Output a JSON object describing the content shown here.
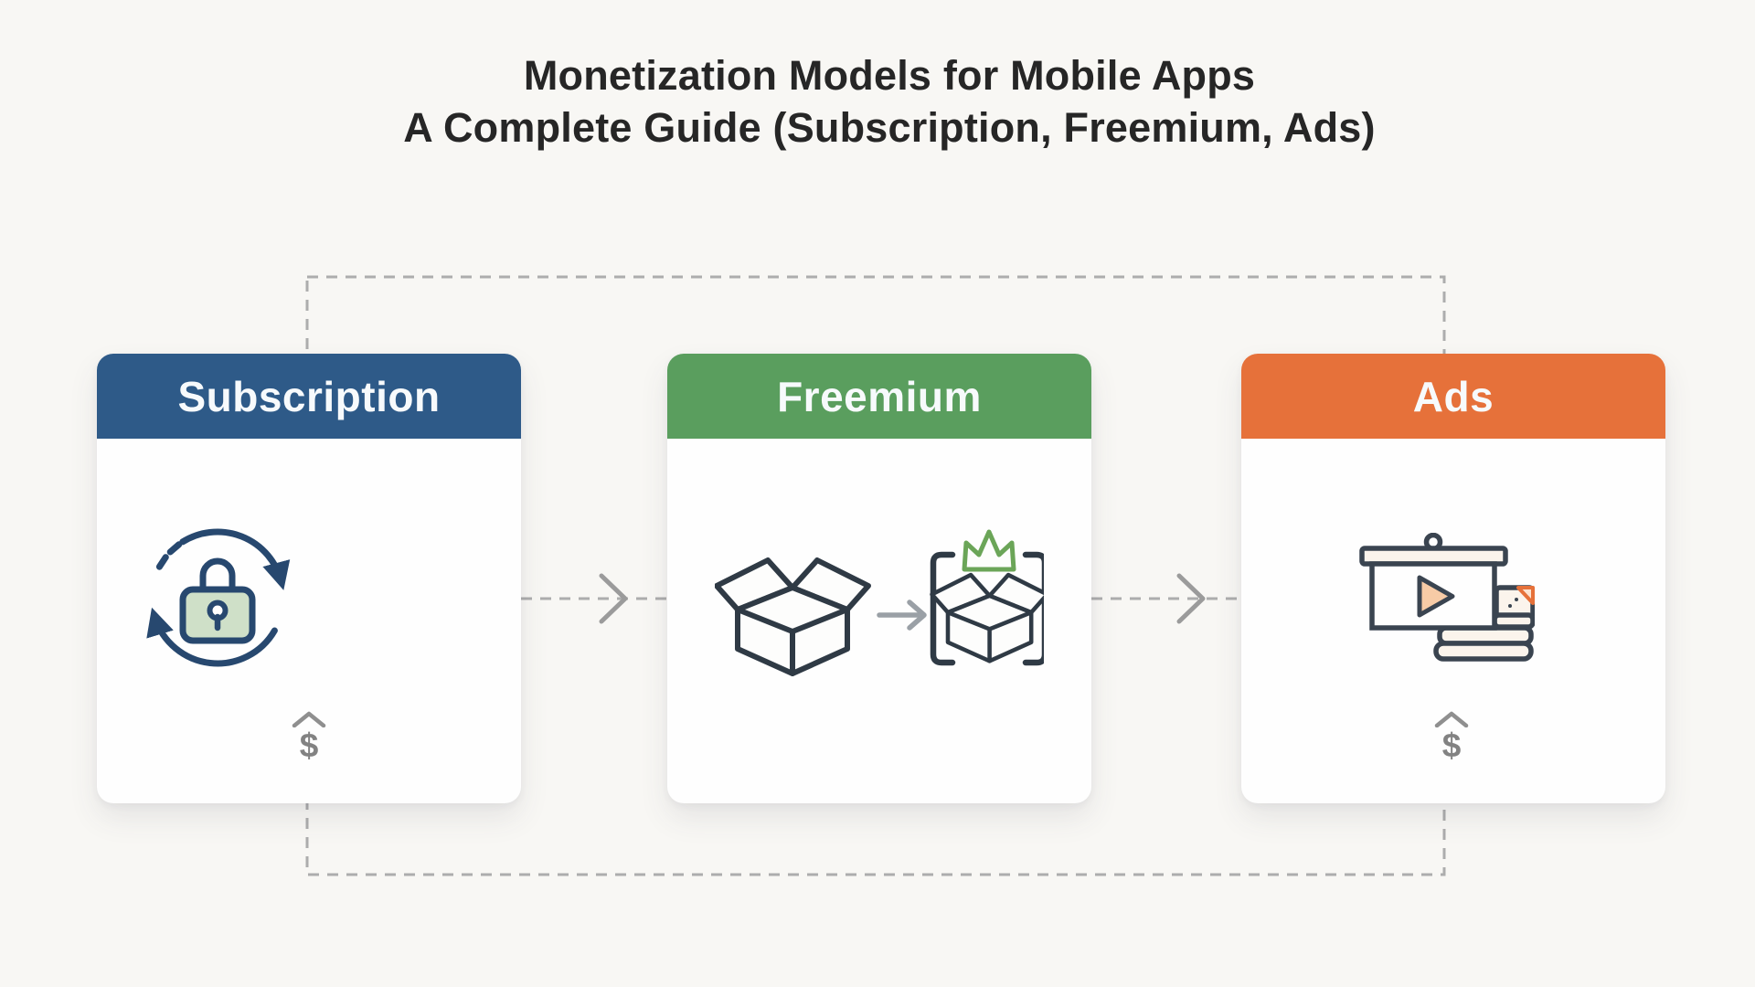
{
  "title": {
    "line1": "Monetization Models for Mobile Apps",
    "line2": "A Complete Guide (Subscription, Freemium, Ads)",
    "color": "#262626"
  },
  "cards": [
    {
      "label": "Subscription",
      "header_color": "#2e5a88",
      "icon": "recurring-subscription-lock-icon",
      "revenue_symbol": "$"
    },
    {
      "label": "Freemium",
      "header_color": "#5a9e5e",
      "icon": "free-box-to-premium-box-icon"
    },
    {
      "label": "Ads",
      "header_color": "#e6713a",
      "icon": "video-ad-with-money-icon",
      "revenue_symbol": "$"
    }
  ],
  "connectors": {
    "style": "dashed",
    "loop_shape": "rectangle linking Subscription and Ads columns above and below the cards",
    "loop_color": "#adadad",
    "arrow_color": "#9b9b9b",
    "between_cards": [
      "Subscription to Freemium",
      "Freemium to Ads"
    ]
  },
  "colors": {
    "background": "#f8f7f4",
    "card_body": "#fefefe",
    "icon_navy": "#27486f",
    "lock_fill": "#cfe0c8",
    "crown_green": "#6ba558",
    "box_outline": "#2f3a45",
    "ads_outline": "#3a4450",
    "ad_fill_cream": "#fbf4ec",
    "play_fill": "#f7cba6",
    "money_gray": "#828282"
  }
}
